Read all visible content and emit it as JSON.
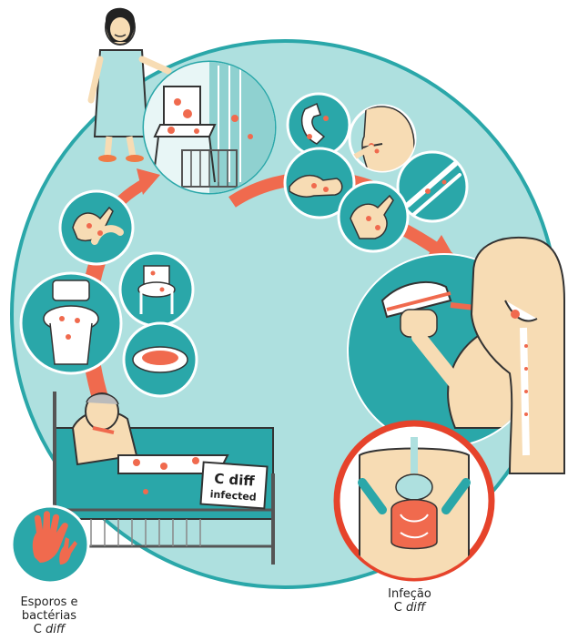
{
  "colors": {
    "teal_fill": "#aee0df",
    "teal_dark": "#2aa7a9",
    "salmon": "#f06a4e",
    "red_ring": "#e6432b",
    "skin": "#f7dcb4",
    "white": "#ffffff"
  },
  "sign": {
    "line1": "C diff",
    "line2": "infected"
  },
  "captions": {
    "spores": {
      "line1": "Esporos e",
      "line2": "bactérias",
      "prefix": "C ",
      "italic": "diff"
    },
    "infection": {
      "line1": "Infeção",
      "prefix": "C ",
      "italic": "diff"
    }
  },
  "icons": [
    "standing-person-icon",
    "chair-spores-icon",
    "telephone-icon",
    "face-icon",
    "handshake-icon",
    "tools-icon",
    "hands-icon",
    "eating-icon",
    "gut-infection-icon",
    "patient-in-bed-icon",
    "toilet-icon",
    "commode-icon",
    "bedpan-icon",
    "handprints-icon",
    "hand-spores-icon"
  ]
}
